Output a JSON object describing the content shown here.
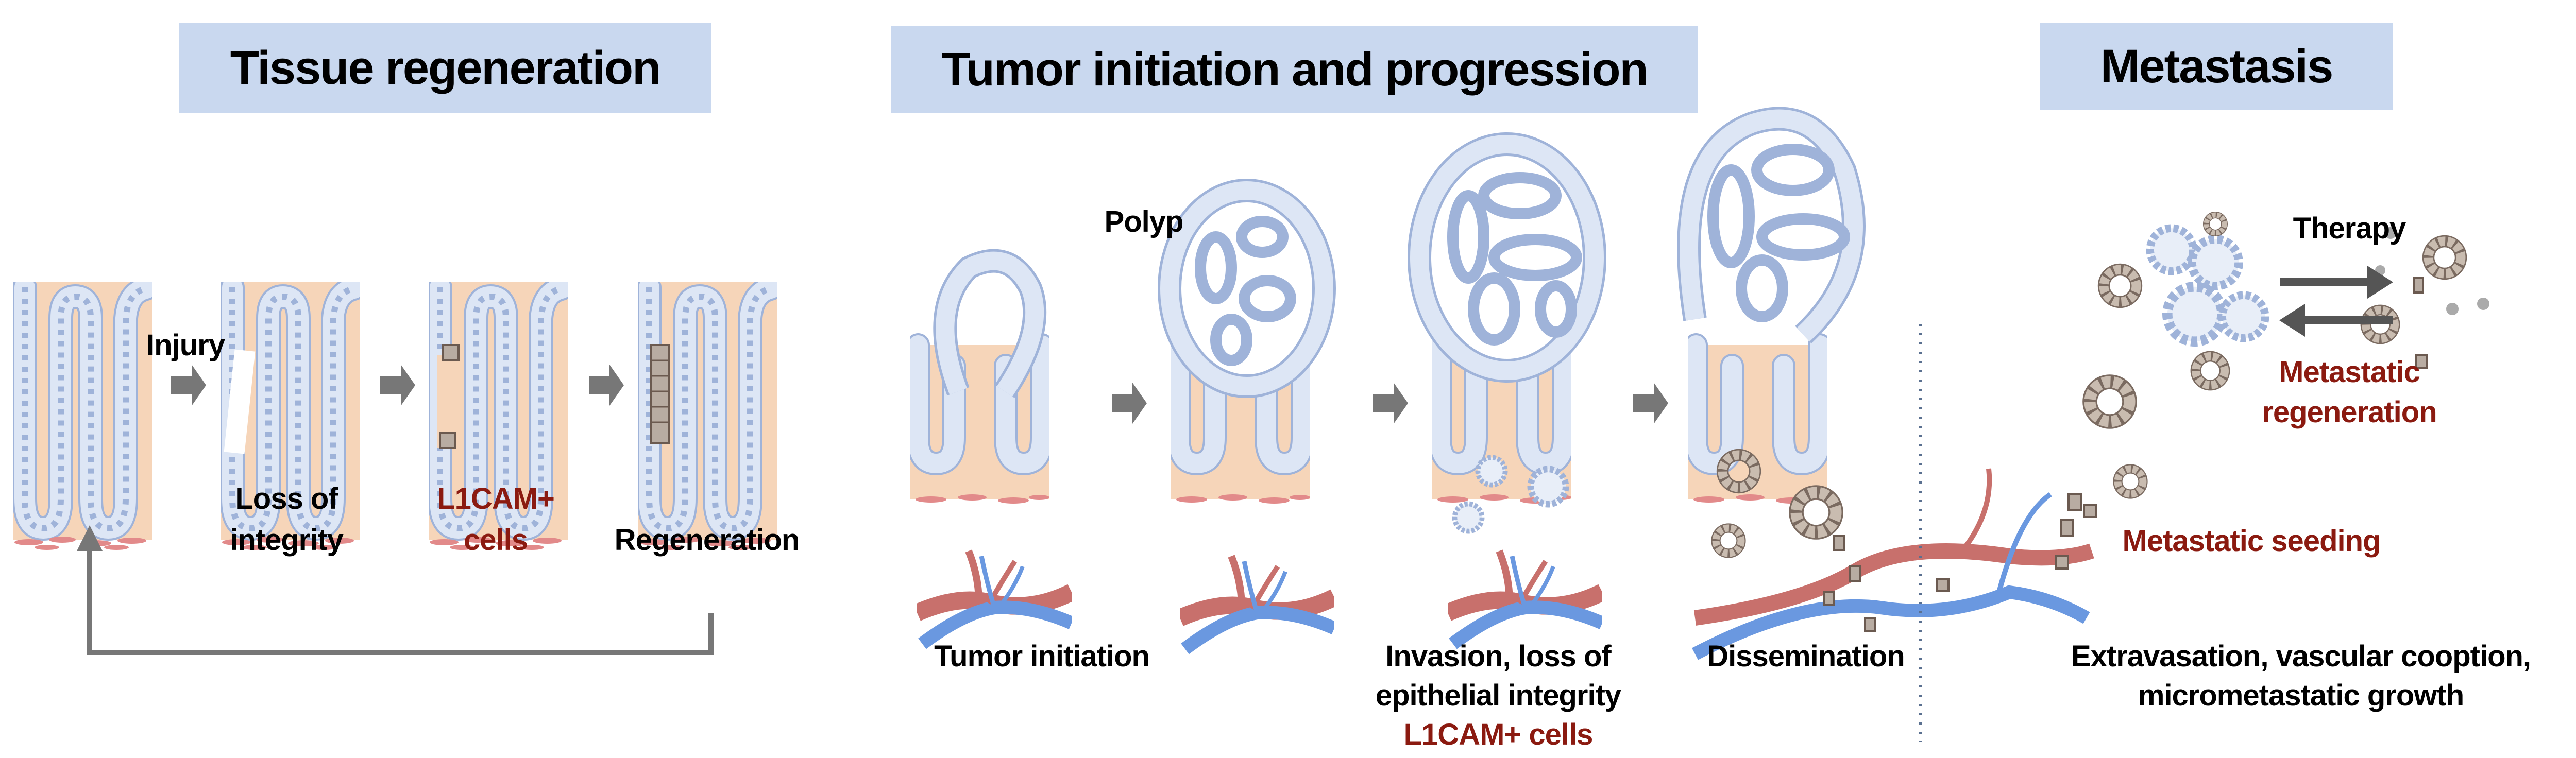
{
  "sections": {
    "tissue_regeneration": {
      "title": "Tissue regeneration"
    },
    "tumor": {
      "title": "Tumor initiation and progression"
    },
    "metastasis": {
      "title": "Metastasis"
    }
  },
  "labels": {
    "injury": "Injury",
    "loss_of_integrity_1": "Loss of",
    "loss_of_integrity_2": "integrity",
    "l1cam_1": "L1CAM+",
    "l1cam_2": "cells",
    "regeneration": "Regeneration",
    "polyp": "Polyp",
    "tumor_initiation": "Tumor initiation",
    "invasion_1": "Invasion, loss of",
    "invasion_2": "epithelial integrity",
    "invasion_3": "L1CAM+ cells",
    "dissemination": "Dissemination",
    "therapy": "Therapy",
    "met_regen_1": "Metastatic",
    "met_regen_2": "regeneration",
    "met_seeding": "Metastatic seeding",
    "extravasation_1": "Extravasation, vascular cooption,",
    "extravasation_2": "micrometastatic growth"
  },
  "colors": {
    "title_bg": "#c9d8ef",
    "highlight_text": "#8b1a10",
    "tissue": "#f6d5b9",
    "epithelium": "#cfdcef",
    "nuclei": "#9fb3d9",
    "artery": "#c8706c",
    "vein": "#6a98e0",
    "arrow": "#777777"
  }
}
